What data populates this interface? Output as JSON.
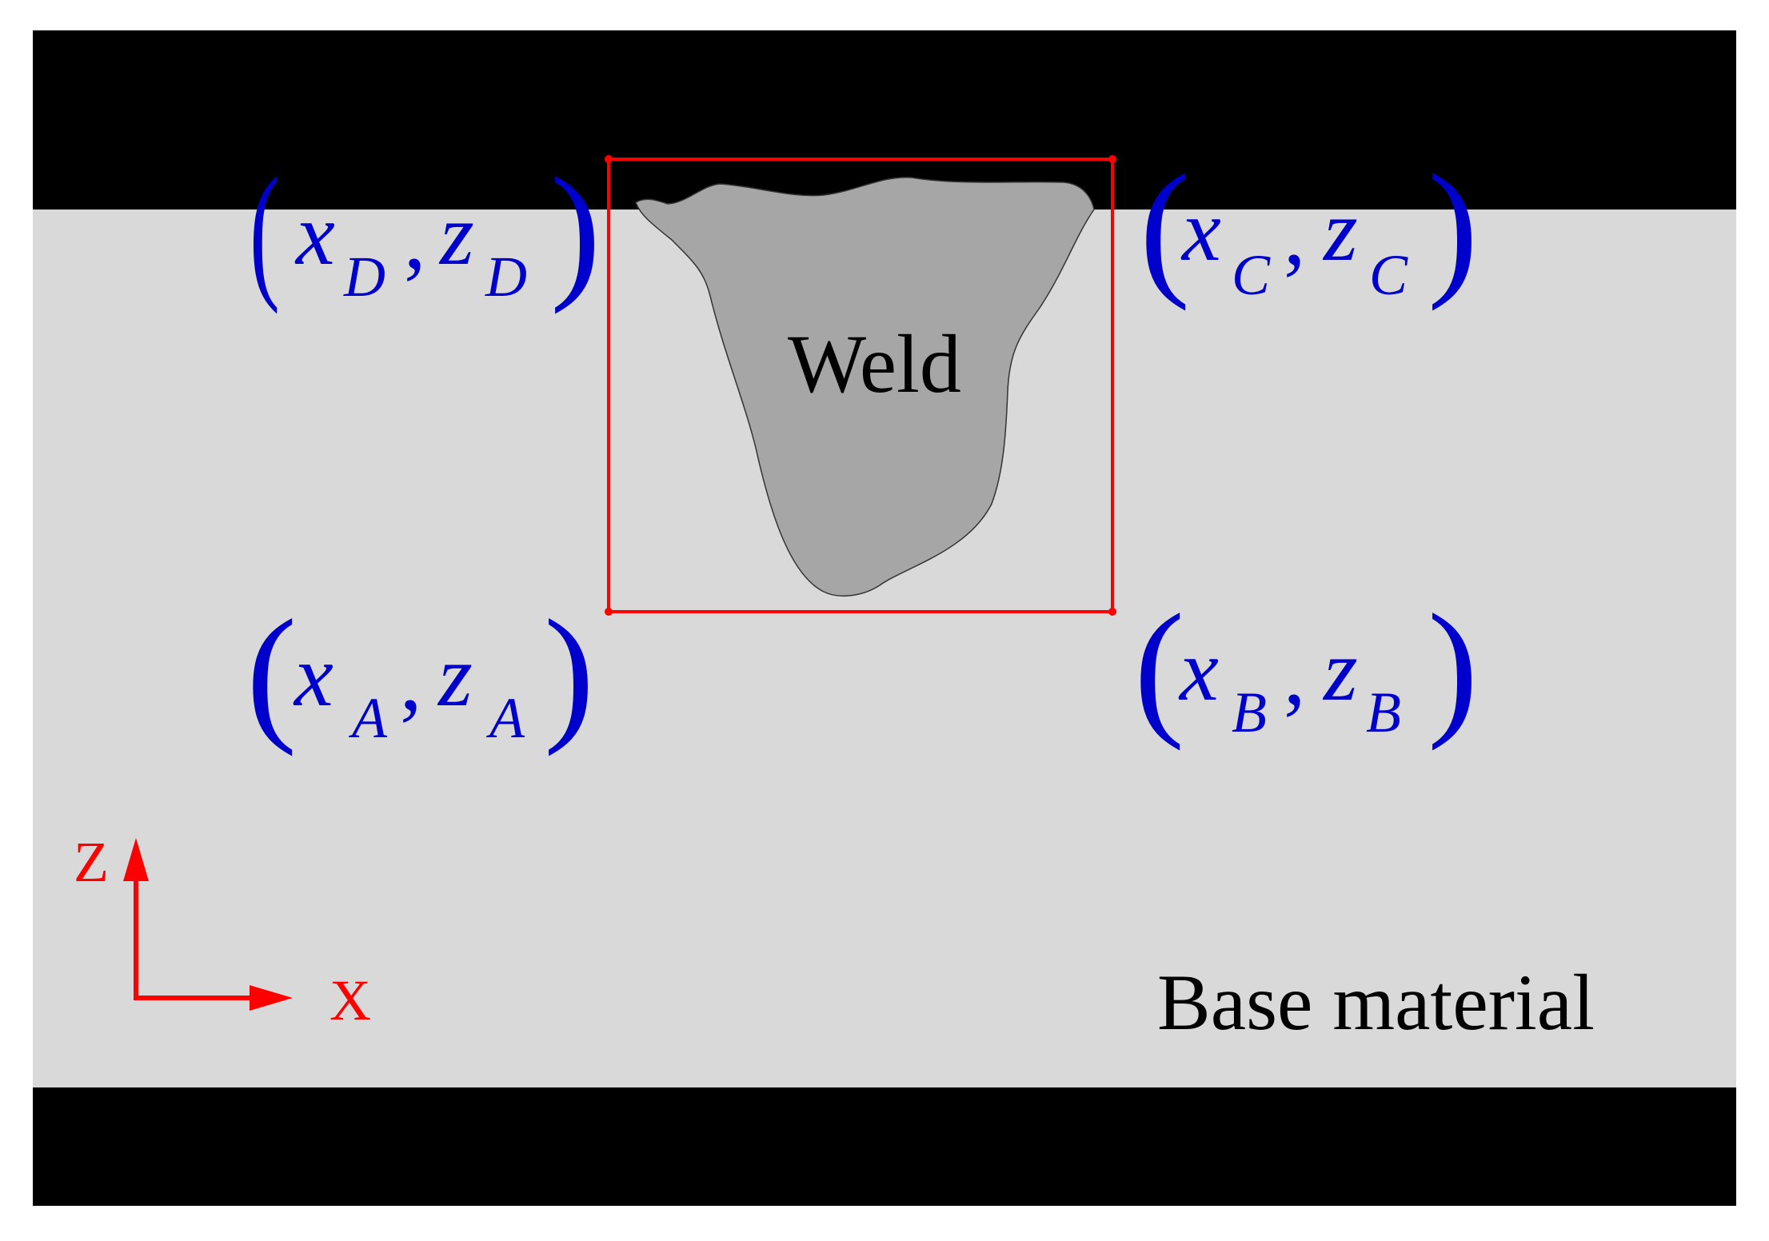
{
  "colors": {
    "frame": "#000000",
    "base_material": "#d9d9d9",
    "weld": "#a6a6a6",
    "bounding_box": "#ff0000",
    "coordinates": "#0000cc",
    "axes": "#ff0000",
    "text": "#000000"
  },
  "labels": {
    "weld": "Weld",
    "base_material": "Base material"
  },
  "axes": {
    "z_label": "Z",
    "x_label": "X"
  },
  "corners": {
    "D": {
      "open": "(",
      "x": "x",
      "xsub": "D",
      "sep": ",",
      "z": "z",
      "zsub": "D",
      "close": ")"
    },
    "C": {
      "open": "(",
      "x": "x",
      "xsub": "C",
      "sep": ",",
      "z": "z",
      "zsub": "C",
      "close": ")"
    },
    "A": {
      "open": "(",
      "x": "x",
      "xsub": "A",
      "sep": ",",
      "z": "z",
      "zsub": "A",
      "close": ")"
    },
    "B": {
      "open": "(",
      "x": "x",
      "xsub": "B",
      "sep": ",",
      "z": "z",
      "zsub": "B",
      "close": ")"
    }
  }
}
